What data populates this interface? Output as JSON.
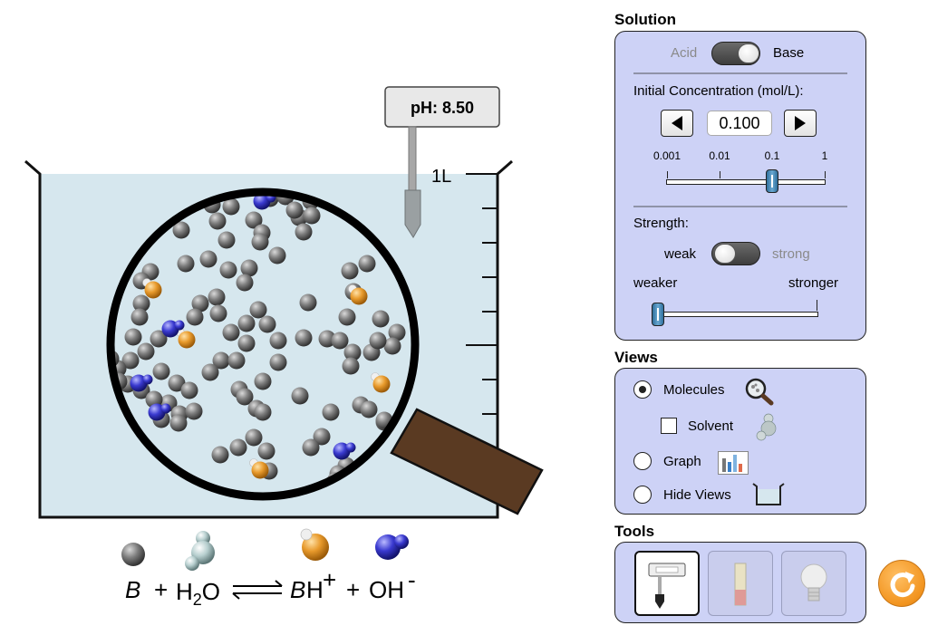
{
  "meter": {
    "label": "pH: 8.50",
    "ph": 8.5
  },
  "beaker": {
    "volume_label": "1L"
  },
  "equation": {
    "base": "B",
    "plus1": "+",
    "water": "H",
    "water_sub": "2",
    "water_end": "O",
    "product1": "BH",
    "product1_sup": "+",
    "plus2": "+",
    "product2": "OH",
    "product2_sup": "-"
  },
  "solution": {
    "title": "Solution",
    "acid_label": "Acid",
    "base_label": "Base",
    "selected": "Base",
    "concentration_label": "Initial Concentration (mol/L):",
    "concentration_value": "0.100",
    "scale_ticks": [
      "0.001",
      "0.01",
      "0.1",
      "1"
    ],
    "strength_label": "Strength:",
    "weak_label": "weak",
    "strong_label": "strong",
    "strength_selected": "weak",
    "weaker_label": "weaker",
    "stronger_label": "stronger",
    "strength_slider_fraction": 0.0
  },
  "views": {
    "title": "Views",
    "options": [
      "Molecules",
      "Graph",
      "Hide Views"
    ],
    "selected": "Molecules",
    "solvent_label": "Solvent",
    "solvent_checked": false
  },
  "tools": {
    "title": "Tools",
    "items": [
      "pH meter",
      "pH paper",
      "conductivity tester"
    ],
    "selected": "pH meter"
  },
  "colors": {
    "water": "#d6e7ee",
    "panel": "#cdd2f6",
    "b_molecule": "#7a7a7a",
    "bh_plus": "#e89a2c",
    "oh_minus": "#3a3ad0",
    "handle": "#5a3a22",
    "reset": "#f2941f"
  },
  "icons": [
    "magnifier-icon",
    "water-molecule-icon",
    "bar-graph-icon",
    "beaker-icon",
    "ph-meter-icon",
    "ph-paper-icon",
    "light-bulb-icon",
    "reset-icon"
  ]
}
